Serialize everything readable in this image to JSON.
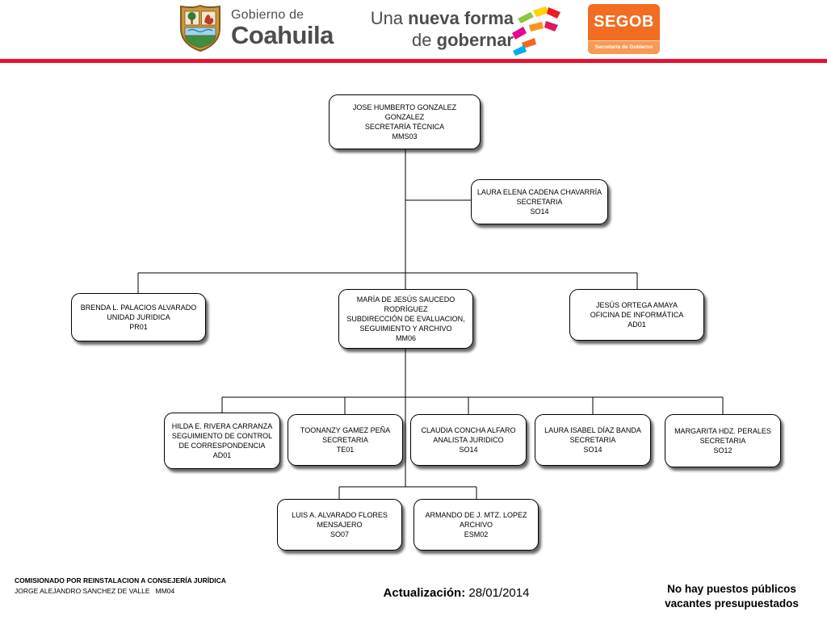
{
  "header": {
    "coahuila_logo": {
      "top": "Gobierno de",
      "bottom": "Coahuila"
    },
    "slogan": {
      "l1_regular": "Una ",
      "l1_bold": "nueva forma",
      "l2_regular": "de ",
      "l2_bold": "gobernar"
    },
    "segob": {
      "name": "SEGOB",
      "subtitle": "Secretaría de Gobierno"
    }
  },
  "chart": {
    "type": "org-chart",
    "nodes": [
      {
        "name": "JOSE HUMBERTO GONZALEZ GONZALEZ",
        "title": "SECRETARÍA TÉCNICA",
        "code": "MMS03"
      },
      {
        "name": "LAURA ELENA CADENA CHAVARRÍA",
        "title": "SECRETARIA",
        "code": "SO14"
      },
      {
        "name": "BRENDA L.  PALACIOS ALVARADO",
        "title": "UNIDAD JURIDICA",
        "code": "PR01"
      },
      {
        "name": "MARÍA DE JESÚS SAUCEDO RODRÍGUEZ",
        "title": "SUBDIRECCIÓN DE EVALUACION, SEGUIMIENTO Y ARCHIVO",
        "code": "MM06"
      },
      {
        "name": "JESÚS ORTEGA AMAYA",
        "title": "OFICINA DE INFORMÁTICA",
        "code": "AD01"
      },
      {
        "name": "HILDA E. RIVERA CARRANZA",
        "title": "SEGUIMIENTO DE CONTROL DE CORRESPONDENCIA",
        "code": "AD01"
      },
      {
        "name": "TOONANZY GAMEZ PEÑA",
        "title": "SECRETARIA",
        "code": "TE01"
      },
      {
        "name": "CLAUDIA CONCHA ALFARO",
        "title": "ANALISTA JURIDICO",
        "code": "SO14"
      },
      {
        "name": "LAURA ISABEL DÍAZ BANDA",
        "title": "SECRETARIA",
        "code": "SO14"
      },
      {
        "name": "MARGARITA HDZ. PERALES",
        "title": "SECRETARIA",
        "code": "SO12"
      },
      {
        "name": "LUIS A. ALVARADO FLORES",
        "title": "MENSAJERO",
        "code": "SO07"
      },
      {
        "name": "ARMANDO DE J. MTZ. LOPEZ",
        "title": "ARCHIVO",
        "code": "ESM02"
      }
    ]
  },
  "footer": {
    "note_bold": "COMISIONADO POR REINSTALACION A CONSEJERÍA JURÍDICA",
    "note_regular": "JORGE ALEJANDRO SANCHEZ DE VALLE   MM04",
    "update_label": "Actualización:",
    "update_date": " 28/01/2014",
    "vacancy_line1": "No hay puestos públicos",
    "vacancy_line2": "vacantes presupuestados"
  },
  "colors": {
    "divider_red": "#e8112d",
    "segob_orange": "#f26d21",
    "segob_orange_light": "#f79a55"
  }
}
